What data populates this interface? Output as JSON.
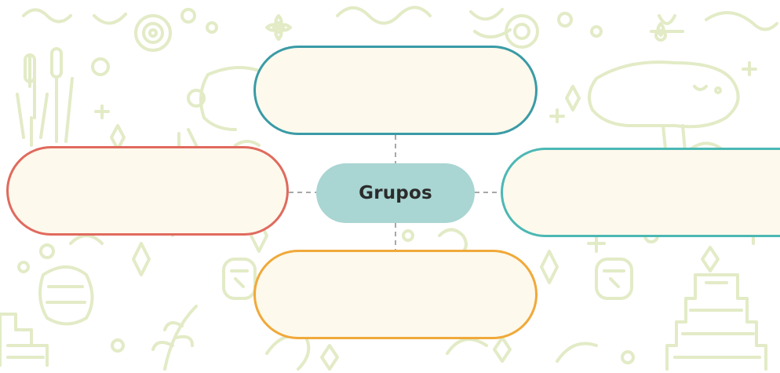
{
  "diagram": {
    "center": {
      "label": "Grupos"
    },
    "nodes": [
      {
        "position": "top",
        "text": ""
      },
      {
        "position": "left",
        "text": ""
      },
      {
        "position": "right",
        "text": ""
      },
      {
        "position": "bottom",
        "text": ""
      }
    ]
  },
  "colors": {
    "center_fill": "#a9d5d2",
    "top_border": "#3a9ba6",
    "left_border": "#e06a5e",
    "right_border": "#4bb8b4",
    "bottom_border": "#f0a93a",
    "bubble_fill": "#fdf9ec",
    "pattern": "#e2ebc6",
    "connector": "#a8a8a8"
  },
  "icons": [
    "cattail-plant-icon",
    "ammonite-shell-icon",
    "flower-icon",
    "sparkle-star-icon",
    "manatee-icon",
    "clay-pot-icon",
    "stepped-pyramid-icon",
    "leafy-branch-icon",
    "jar-icon"
  ]
}
